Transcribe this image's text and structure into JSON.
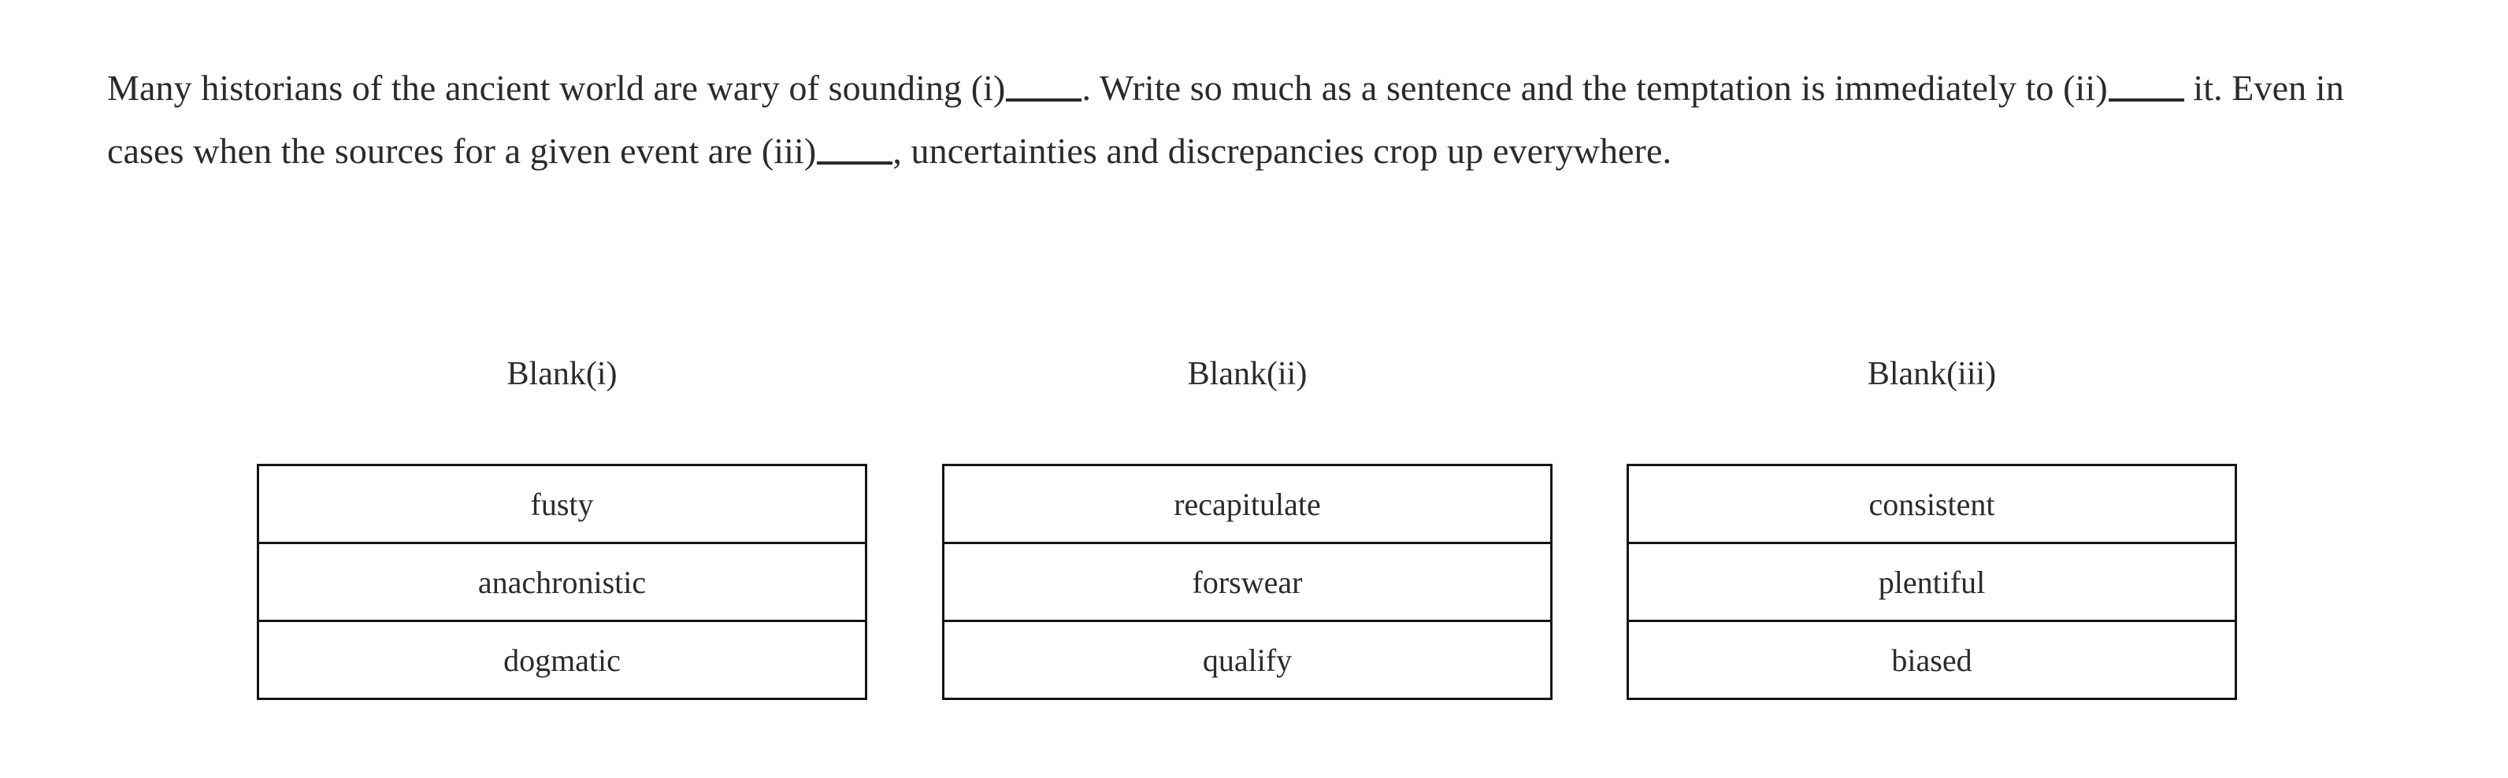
{
  "passage": {
    "parts": [
      {
        "type": "text",
        "value": "Many historians of the ancient world are wary of sounding (i)"
      },
      {
        "type": "blank",
        "value": "_____"
      },
      {
        "type": "text",
        "value": ". Write so much as a sentence and the temptation is immediately to (ii)"
      },
      {
        "type": "blank",
        "value": "_____"
      },
      {
        "type": "text",
        "value": " it. Even in cases when the sources for a given event are (iii)"
      },
      {
        "type": "blank",
        "value": "_____"
      },
      {
        "type": "text",
        "value": ", uncertainties and discrepancies crop up everywhere."
      }
    ],
    "full_text": "Many historians of the ancient world are wary of sounding (i)_____. Write so much as a sentence and the temptation is immediately to (ii)_____ it. Even in cases when the sources for a given event are (iii)_____, uncertainties and discrepancies crop up everywhere.",
    "line1": "Many historians of the ancient world are wary of sounding (i)_____. Write so much as a sentence and the temptation is immediately to",
    "line2": "(ii)_____ it. Even in cases when the sources for a given event are (iii)_____, uncertainties and discrepancies crop up everywhere."
  },
  "columns": [
    {
      "header": "Blank(i)",
      "options": [
        "fusty",
        "anachronistic",
        "dogmatic"
      ]
    },
    {
      "header": "Blank(ii)",
      "options": [
        "recapitulate",
        "forswear",
        "qualify"
      ]
    },
    {
      "header": "Blank(iii)",
      "options": [
        "consistent",
        "plentiful",
        "biased"
      ]
    }
  ],
  "colors": {
    "text": "#2b2b2b",
    "border": "#151515",
    "background": "#ffffff"
  }
}
